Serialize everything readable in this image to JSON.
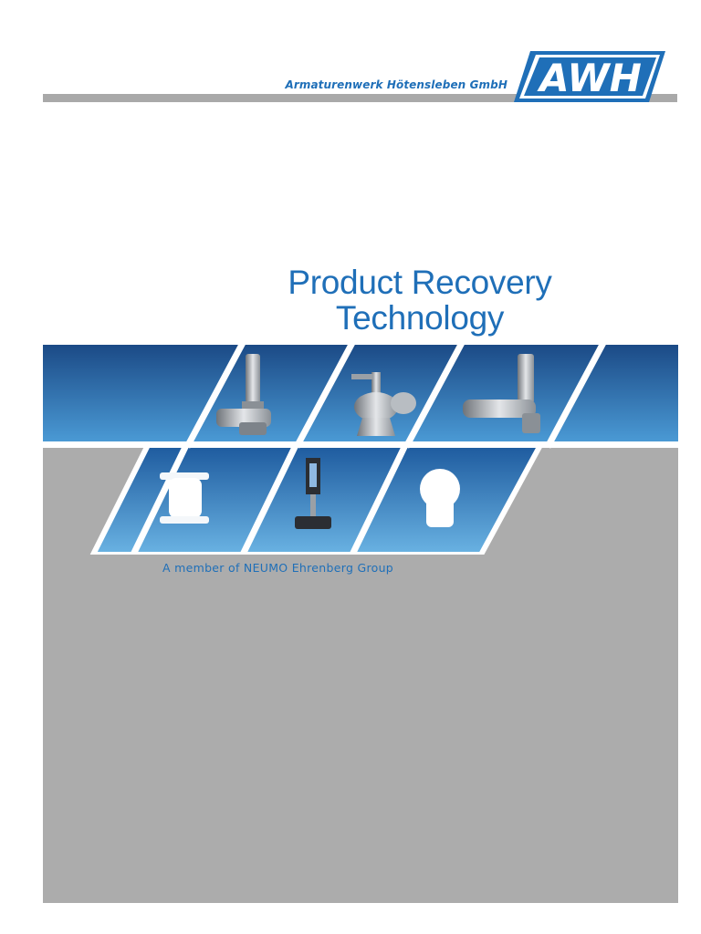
{
  "header": {
    "company_name": "Armaturenwerk Hötensleben GmbH",
    "logo_text": "AWH"
  },
  "title": {
    "line1": "Product Recovery",
    "line2": "Technology"
  },
  "tagline": "A member of NEUMO Ehrenberg Group",
  "products": [
    {
      "name": "angle-valve-icon"
    },
    {
      "name": "pig-launcher-valve-icon"
    },
    {
      "name": "recovery-valve-icon"
    },
    {
      "name": "pig-cylinder-icon"
    },
    {
      "name": "control-unit-icon"
    },
    {
      "name": "pig-ball-icon"
    }
  ],
  "colors": {
    "brand_blue": "#1f6fb8",
    "grey": "#acacac",
    "banner_dark": "#1e4e8c",
    "banner_light": "#5aa9dc"
  }
}
